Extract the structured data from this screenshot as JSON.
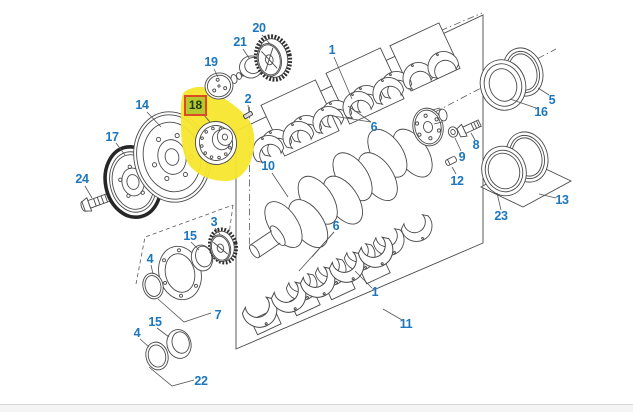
{
  "diagram": {
    "type": "exploded-parts-diagram",
    "subject": "engine crankshaft, bearings, damper, pulley and seal assembly",
    "background": "#ffffff",
    "line_color": "#4a4a4a",
    "callout_color": "#1b76bd",
    "highlight": {
      "callout": "18",
      "box_background": "#b5c92f",
      "box_border": "#dd4a26",
      "box_text_color": "#1e3a00",
      "glow_color": "#f6e62e"
    }
  },
  "callouts": {
    "c1a": {
      "text": "1"
    },
    "c1b": {
      "text": "1"
    },
    "c2": {
      "text": "2"
    },
    "c3": {
      "text": "3"
    },
    "c4a": {
      "text": "4"
    },
    "c4b": {
      "text": "4"
    },
    "c5": {
      "text": "5"
    },
    "c6a": {
      "text": "6"
    },
    "c6b": {
      "text": "6"
    },
    "c7": {
      "text": "7"
    },
    "c8": {
      "text": "8"
    },
    "c9": {
      "text": "9"
    },
    "c10": {
      "text": "10"
    },
    "c11": {
      "text": "11"
    },
    "c12": {
      "text": "12"
    },
    "c13": {
      "text": "13"
    },
    "c14": {
      "text": "14"
    },
    "c15a": {
      "text": "15"
    },
    "c15b": {
      "text": "15"
    },
    "c16": {
      "text": "16"
    },
    "c17": {
      "text": "17"
    },
    "c18": {
      "text": "18"
    },
    "c19": {
      "text": "19"
    },
    "c20": {
      "text": "20"
    },
    "c21": {
      "text": "21"
    },
    "c22": {
      "text": "22"
    },
    "c23": {
      "text": "23"
    },
    "c24": {
      "text": "24"
    }
  }
}
